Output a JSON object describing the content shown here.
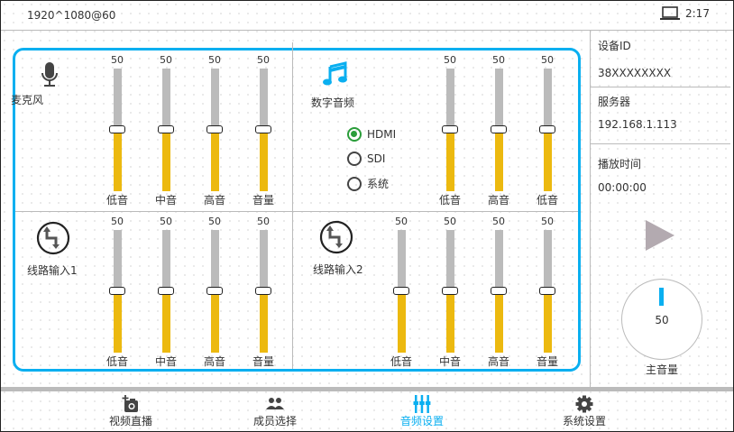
{
  "status": {
    "resolution": "1920^1080@60",
    "time": "2:17"
  },
  "info": {
    "device_id_label": "设备ID",
    "device_id": "38XXXXXXXX",
    "server_label": "服务器",
    "server": "192.168.1.113",
    "play_time_label": "播放时间",
    "play_time": "00:00:00",
    "master_volume": "50",
    "master_volume_label": "主音量",
    "master_volume_level": 50
  },
  "channels": [
    {
      "name": "麦克风",
      "icon": "microphone-icon",
      "sliders": [
        {
          "label": "低音",
          "value": 50
        },
        {
          "label": "中音",
          "value": 50
        },
        {
          "label": "高音",
          "value": 50
        },
        {
          "label": "音量",
          "value": 50
        }
      ]
    },
    {
      "name": "数字音频",
      "icon": "music-note-icon",
      "sources": [
        {
          "label": "HDMI",
          "selected": true
        },
        {
          "label": "SDI",
          "selected": false
        },
        {
          "label": "系统",
          "selected": false
        }
      ],
      "sliders": [
        {
          "label": "低音",
          "value": 50
        },
        {
          "label": "高音",
          "value": 50
        },
        {
          "label": "低音",
          "value": 50
        }
      ]
    },
    {
      "name": "线路输入1",
      "icon": "line-input-icon",
      "sliders": [
        {
          "label": "低音",
          "value": 50
        },
        {
          "label": "中音",
          "value": 50
        },
        {
          "label": "高音",
          "value": 50
        },
        {
          "label": "音量",
          "value": 50
        }
      ]
    },
    {
      "name": "线路输入2",
      "icon": "line-input-icon",
      "sliders": [
        {
          "label": "低音",
          "value": 50
        },
        {
          "label": "中音",
          "value": 50
        },
        {
          "label": "高音",
          "value": 50
        },
        {
          "label": "音量",
          "value": 50
        }
      ]
    }
  ],
  "nav": [
    {
      "label": "视频直播",
      "icon": "camera-add-icon"
    },
    {
      "label": "成员选择",
      "icon": "people-icon"
    },
    {
      "label": "音频设置",
      "icon": "equalizer-icon",
      "active": true
    },
    {
      "label": "系统设置",
      "icon": "gear-icon"
    }
  ],
  "colors": {
    "accent": "#0aaff0",
    "fill": "#ecb90f",
    "track": "#bbbbbb",
    "radio_on": "#2a9d3a"
  }
}
